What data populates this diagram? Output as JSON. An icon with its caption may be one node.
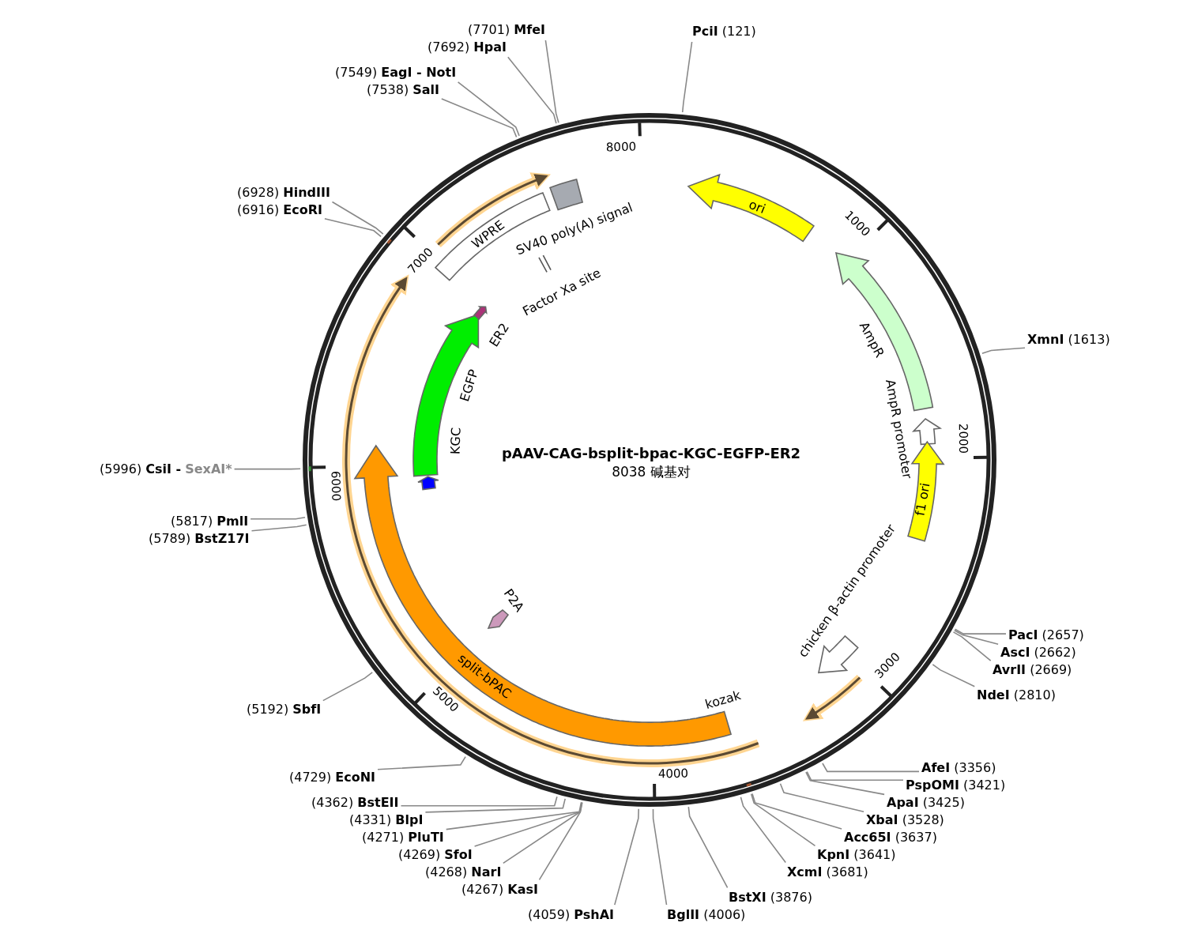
{
  "diagram": {
    "title": "pAAV-CAG-bsplit-bpac-KGC-EGFP-ER2",
    "nodes": [
      {
        "text": [
          "**PciI** (121)"
        ]
      },
      {
        "text": [
          "**XmnI** (1613)"
        ]
      },
      {
        "text": [
          "**PacI** (2657)"
        ]
      },
      {
        "text": [
          "**AscI** (2662)"
        ]
      },
      {
        "text": [
          "**AvrII** (2669)"
        ]
      },
      {
        "text": [
          "**NdeI** (2810)"
        ]
      },
      {
        "text": [
          "**AfeI** (3356)"
        ]
      },
      {
        "text": [
          "**PspOMI** (3421)"
        ]
      },
      {
        "text": [
          "**ApaI** (3425)"
        ]
      },
      {
        "text": [
          "**XbaI** (3528)"
        ]
      },
      {
        "text": [
          "**Acc65I** (3637)"
        ]
      },
      {
        "text": [
          "**KpnI** (3641)"
        ]
      },
      {
        "text": [
          "**XcmI** (3681)"
        ]
      },
      {
        "text": [
          "**BstXI** (3876)"
        ]
      },
      {
        "text": [
          "**BglII** (4006)"
        ]
      },
      {
        "text": [
          "(4059) **PshAI**"
        ]
      },
      {
        "text": [
          "(4267) **KasI**"
        ]
      },
      {
        "text": [
          "(4268) **NarI**"
        ]
      },
      {
        "text": [
          "(4269) **SfoI**"
        ]
      },
      {
        "text": [
          "(4271) **PluTI**"
        ]
      },
      {
        "text": [
          "(4331) **BlpI**"
        ]
      },
      {
        "text": [
          "(4362) **BstEII**"
        ]
      },
      {
        "text": [
          "(4729) **EcoNI**"
        ]
      },
      {
        "text": [
          "(5192) **SbfI**"
        ]
      },
      {
        "text": [
          "(5789) **BstZ17I**"
        ]
      },
      {
        "text": [
          "(5817) **PmlI**"
        ]
      },
      {
        "text": [
          "(5996) **CsiI -**",
          "SexAI*"
        ]
      },
      {
        "text": [
          "(6916) **EcoRI**"
        ]
      },
      {
        "text": [
          "(6928) **HindIII**"
        ]
      },
      {
        "text": [
          "(7538) **SalI**"
        ]
      },
      {
        "text": [
          "(7549) **EagI - NotI**"
        ]
      },
      {
        "text": [
          "(7692) **HpaI**"
        ]
      },
      {
        "text": [
          "(7701) **MfeI**"
        ]
      },
      {
        "text": [
          "ori"
        ]
      },
      {
        "text": [
          "AmpR"
        ]
      },
      {
        "text": [
          "AmpR promoter"
        ]
      },
      {
        "text": [
          "f1 ori"
        ]
      },
      {
        "text": [
          "chicken β-actin promoter"
        ]
      },
      {
        "text": [
          "split-bPAC"
        ],
        "beside": [
          "kozak"
        ]
      },
      {
        "text": [
          "P2A"
        ]
      },
      {
        "text": [
          "KGC"
        ]
      },
      {
        "text": [
          "EGFP"
        ]
      },
      {
        "text": [
          "ER2"
        ]
      },
      {
        "text": [
          "Factor Xa site"
        ]
      },
      {
        "text": [
          "WPRE"
        ]
      },
      {
        "text": [
          "SV40 poly(A) signal"
        ]
      }
    ],
    "edges": [
      {
        "from": 0,
        "to": null,
        "arrow": "none"
      },
      {
        "from": 1,
        "to": null,
        "arrow": "none"
      },
      {
        "from": 2,
        "to": null,
        "arrow": "none"
      },
      {
        "from": 3,
        "to": null,
        "arrow": "none"
      },
      {
        "from": 4,
        "to": null,
        "arrow": "none"
      },
      {
        "from": 5,
        "to": null,
        "arrow": "none"
      },
      {
        "from": 6,
        "to": null,
        "arrow": "none"
      },
      {
        "from": 7,
        "to": null,
        "arrow": "none"
      },
      {
        "from": 8,
        "to": null,
        "arrow": "none"
      },
      {
        "from": 9,
        "to": null,
        "arrow": "none"
      },
      {
        "from": 10,
        "to": null,
        "arrow": "none"
      },
      {
        "from": 11,
        "to": null,
        "arrow": "none"
      },
      {
        "from": 12,
        "to": null,
        "arrow": "none"
      },
      {
        "from": 13,
        "to": null,
        "arrow": "none"
      },
      {
        "from": 14,
        "to": null,
        "arrow": "none"
      },
      {
        "from": 15,
        "to": null,
        "arrow": "none"
      },
      {
        "from": 16,
        "to": null,
        "arrow": "none"
      },
      {
        "from": 17,
        "to": null,
        "arrow": "none"
      },
      {
        "from": 18,
        "to": null,
        "arrow": "none"
      },
      {
        "from": 19,
        "to": null,
        "arrow": "none"
      },
      {
        "from": 20,
        "to": null,
        "arrow": "none"
      },
      {
        "from": 21,
        "to": null,
        "arrow": "none"
      },
      {
        "from": 22,
        "to": null,
        "arrow": "none"
      },
      {
        "from": 23,
        "to": null,
        "arrow": "none"
      },
      {
        "from": 24,
        "to": null,
        "arrow": "none"
      },
      {
        "from": 25,
        "to": null,
        "arrow": "none"
      },
      {
        "from": 26,
        "to": null,
        "arrow": "none"
      },
      {
        "from": 27,
        "to": null,
        "arrow": "none"
      },
      {
        "from": 28,
        "to": null,
        "arrow": "none"
      },
      {
        "from": 29,
        "to": null,
        "arrow": "none"
      },
      {
        "from": 30,
        "to": null,
        "arrow": "none"
      },
      {
        "from": 31,
        "to": null,
        "arrow": "none"
      },
      {
        "from": 32,
        "to": null,
        "arrow": "none"
      }
    ],
    "labels": [
      "8038 碱基对",
      "1000",
      "2000",
      "3000",
      "4000",
      "5000",
      "6000",
      "7000",
      "8000"
    ]
  }
}
